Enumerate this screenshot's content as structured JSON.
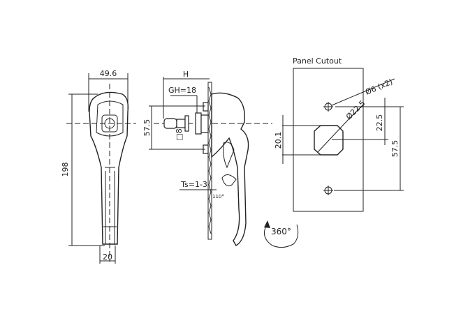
{
  "front_view": {
    "width_dim": "49.6",
    "height_dim": "198",
    "stem_dim": "20"
  },
  "side_view": {
    "h_dim": "H",
    "gh_dim": "GH=18",
    "bolt_spacing_dim": "57.5",
    "square_dim": "□8",
    "panel_thickness": "Ts=1-3",
    "angle": "110°",
    "rotation": "360°"
  },
  "panel_cutout": {
    "title": "Panel Cutout",
    "hole_dim": "Ø6 (x2)",
    "cutout_dim": "Ø22.5",
    "flat_dim": "20.1",
    "offset_dim": "22.5",
    "hole_spacing_dim": "57.5"
  }
}
